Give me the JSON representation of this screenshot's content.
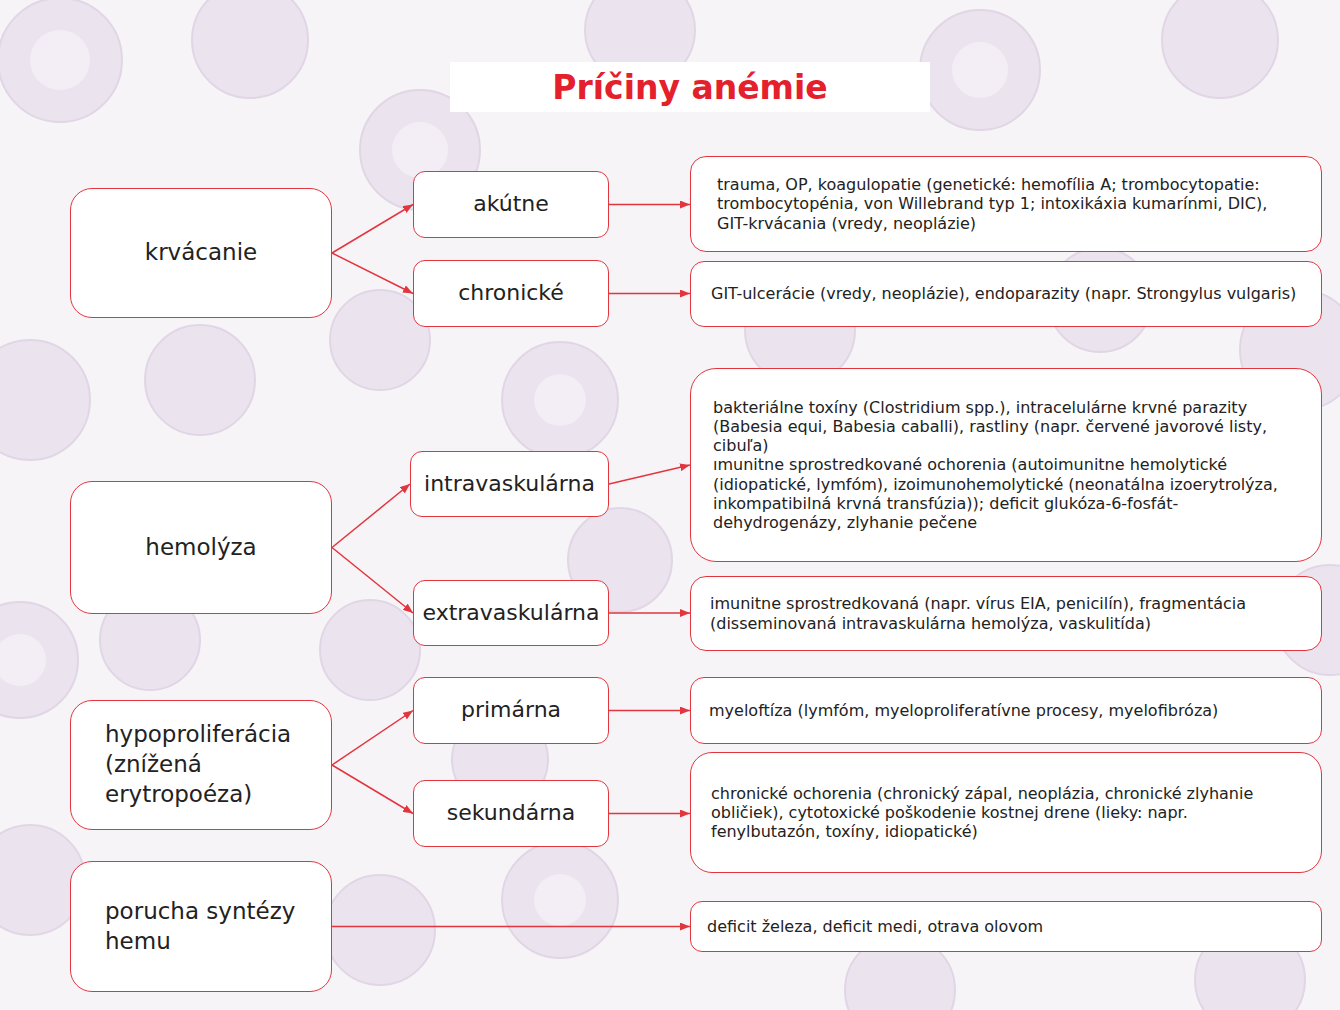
{
  "diagram": {
    "title": "Príčiny anémie",
    "nodes": [
      {
        "text": [
          "krvácanie"
        ]
      },
      {
        "text": [
          "akútne"
        ]
      },
      {
        "text": [
          "trauma, OP, koagulopatie (genetické: hemofília A; trombocytopatie: trombocytopénia, von Willebrand typ 1; intoxikáxia kumarínmi, DIC), GIT-krvácania (vredy, neoplázie)"
        ]
      },
      {
        "text": [
          "chronické"
        ]
      },
      {
        "text": [
          "GIT-ulcerácie (vredy, neoplázie), endoparazity (napr. Strongylus vulgaris)"
        ]
      },
      {
        "text": [
          "hemolýza"
        ]
      },
      {
        "text": [
          "intravaskulárna"
        ]
      },
      {
        "text": [
          "bakteriálne toxíny (Clostridium spp.), intracelulárne krvné parazity (Babesia equi, Babesia caballi), rastliny (napr. červené javorové listy, cibuľa)",
          "ımunitne sprostredkované ochorenia (autoimunitne hemolytické (idiopatické, lymfóm), izoimunohemolytické (neonatálna izoerytrolýza, inkompatibilná krvná transfúzia)); deficit glukóza-6-fosfát-dehydrogenázy, zlyhanie pečene"
        ]
      },
      {
        "text": [
          "extravaskulárna"
        ]
      },
      {
        "text": [
          "imunitne sprostredkovaná (napr. vírus EIA, penicilín), fragmentácia (disseminovaná intravaskulárna hemolýza, vaskulitída)"
        ]
      },
      {
        "text": [
          "hypoproliferácia (znížená erytropoéza)"
        ]
      },
      {
        "text": [
          "primárna"
        ]
      },
      {
        "text": [
          "myeloftíza (lymfóm, myeloproliferatívne procesy, myelofibróza)"
        ]
      },
      {
        "text": [
          "sekundárna"
        ]
      },
      {
        "text": [
          "chronické ochorenia (chronický zápal, neoplázia, chronické zlyhanie obličiek), cytotoxické poškodenie kostnej drene (lieky: napr. fenylbutazón, toxíny, idiopatické)"
        ]
      },
      {
        "text": [
          "porucha syntézy hemu"
        ]
      },
      {
        "text": [
          "deficit železa, deficit medi, otrava olovom"
        ]
      }
    ],
    "edges": [
      {
        "from": 0,
        "to": 1,
        "arrow": "to"
      },
      {
        "from": 0,
        "to": 3,
        "arrow": "to"
      },
      {
        "from": 1,
        "to": 2,
        "arrow": "to"
      },
      {
        "from": 3,
        "to": 4,
        "arrow": "to"
      },
      {
        "from": 5,
        "to": 6,
        "arrow": "to"
      },
      {
        "from": 5,
        "to": 8,
        "arrow": "to"
      },
      {
        "from": 6,
        "to": 7,
        "arrow": "to"
      },
      {
        "from": 8,
        "to": 9,
        "arrow": "to"
      },
      {
        "from": 10,
        "to": 11,
        "arrow": "to"
      },
      {
        "from": 10,
        "to": 13,
        "arrow": "to"
      },
      {
        "from": 11,
        "to": 12,
        "arrow": "to"
      },
      {
        "from": 13,
        "to": 14,
        "arrow": "to"
      },
      {
        "from": 15,
        "to": 16,
        "arrow": "to"
      }
    ]
  }
}
